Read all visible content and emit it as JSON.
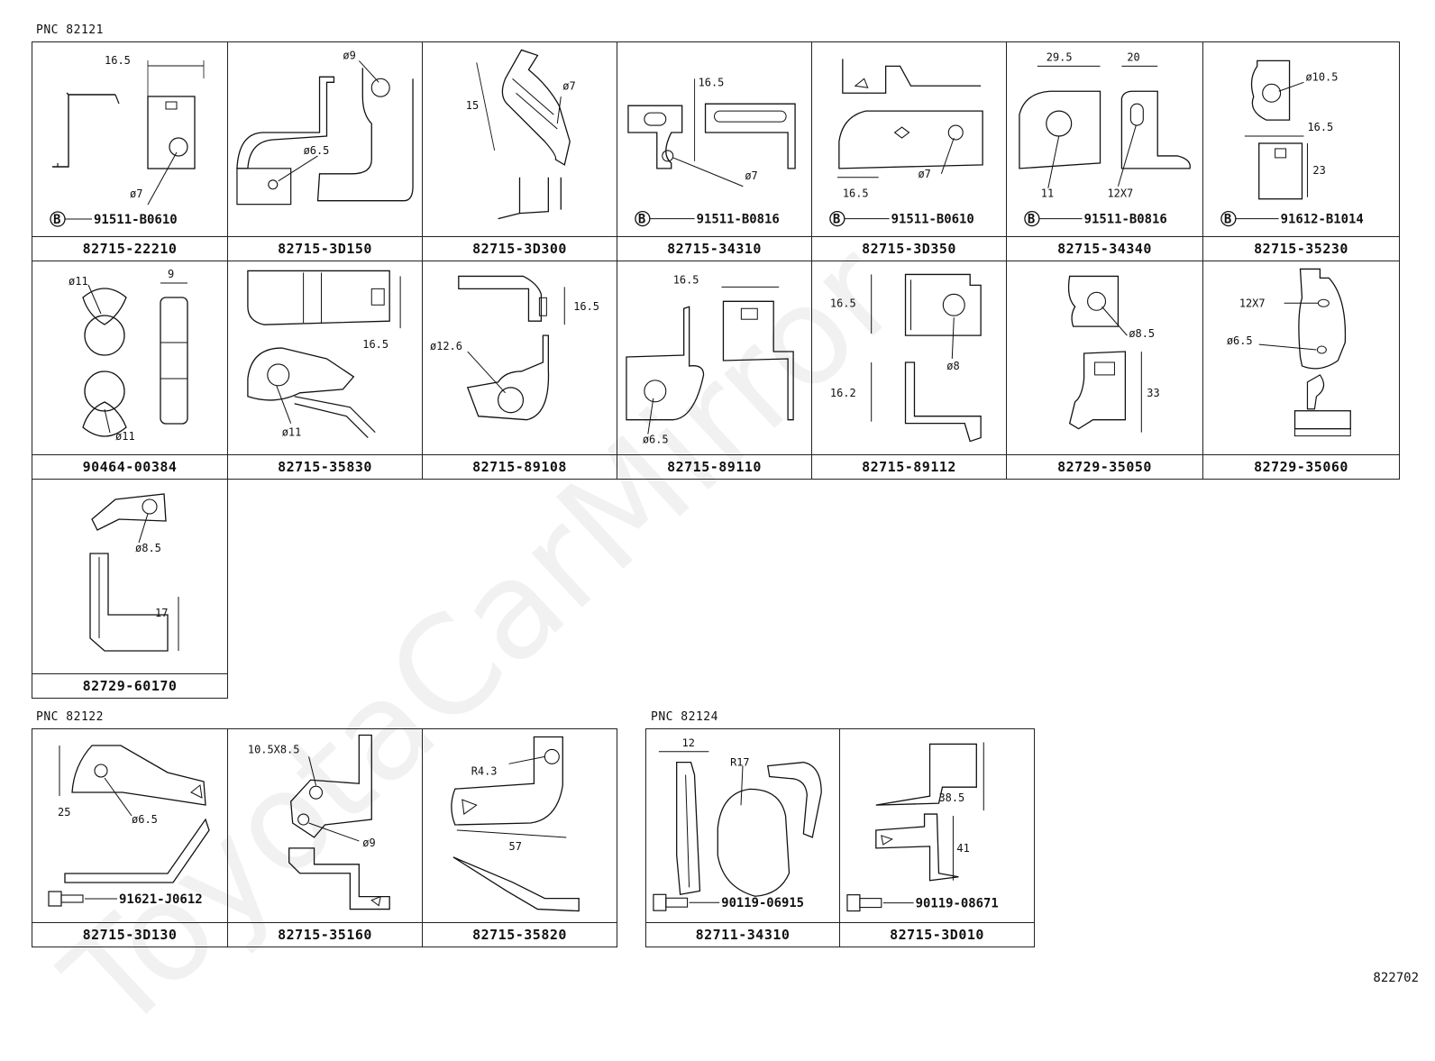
{
  "pnc_groups": [
    {
      "label": "PNC 82121"
    },
    {
      "label": "PNC 82122"
    },
    {
      "label": "PNC 82124"
    }
  ],
  "sheet_id": "822702",
  "watermark": "ToyotaCarMirror",
  "cells": [
    {
      "part": "82715-22210",
      "bolt": "91511-B0610",
      "callouts": [
        "16.5",
        "ø7"
      ]
    },
    {
      "part": "82715-3D150",
      "callouts": [
        "ø9",
        "ø6.5"
      ]
    },
    {
      "part": "82715-3D300",
      "callouts": [
        "15",
        "ø7"
      ]
    },
    {
      "part": "82715-34310",
      "bolt": "91511-B0816",
      "callouts": [
        "16.5",
        "ø7"
      ]
    },
    {
      "part": "82715-3D350",
      "bolt": "91511-B0610",
      "callouts": [
        "16.5",
        "ø7"
      ]
    },
    {
      "part": "82715-34340",
      "bolt": "91511-B0816",
      "callouts": [
        "29.5",
        "20",
        "11",
        "12X7"
      ]
    },
    {
      "part": "82715-35230",
      "bolt": "91612-B1014",
      "callouts": [
        "ø10.5",
        "16.5",
        "23"
      ]
    },
    {
      "part": "90464-00384",
      "callouts": [
        "ø11",
        "9",
        "ø11"
      ]
    },
    {
      "part": "82715-35830",
      "callouts": [
        "16.5",
        "ø11"
      ]
    },
    {
      "part": "82715-89108",
      "callouts": [
        "16.5",
        "ø12.6"
      ]
    },
    {
      "part": "82715-89110",
      "callouts": [
        "16.5",
        "ø6.5"
      ]
    },
    {
      "part": "82715-89112",
      "callouts": [
        "16.5",
        "16.2",
        "ø8"
      ]
    },
    {
      "part": "82729-35050",
      "callouts": [
        "ø8.5",
        "33"
      ]
    },
    {
      "part": "82729-35060",
      "callouts": [
        "12X7",
        "ø6.5"
      ]
    },
    {
      "part": "82729-60170",
      "callouts": [
        "ø8.5",
        "17"
      ]
    },
    {
      "part": "82715-3D130",
      "bolt": "91621-J0612",
      "callouts": [
        "25",
        "ø6.5"
      ]
    },
    {
      "part": "82715-35160",
      "callouts": [
        "10.5X8.5",
        "ø9"
      ]
    },
    {
      "part": "82715-35820",
      "callouts": [
        "R4.3",
        "57"
      ]
    },
    {
      "part": "82711-34310",
      "bolt": "90119-06915",
      "callouts": [
        "12",
        "R17"
      ]
    },
    {
      "part": "82715-3D010",
      "bolt": "90119-08671",
      "callouts": [
        "38.5",
        "41"
      ]
    }
  ]
}
